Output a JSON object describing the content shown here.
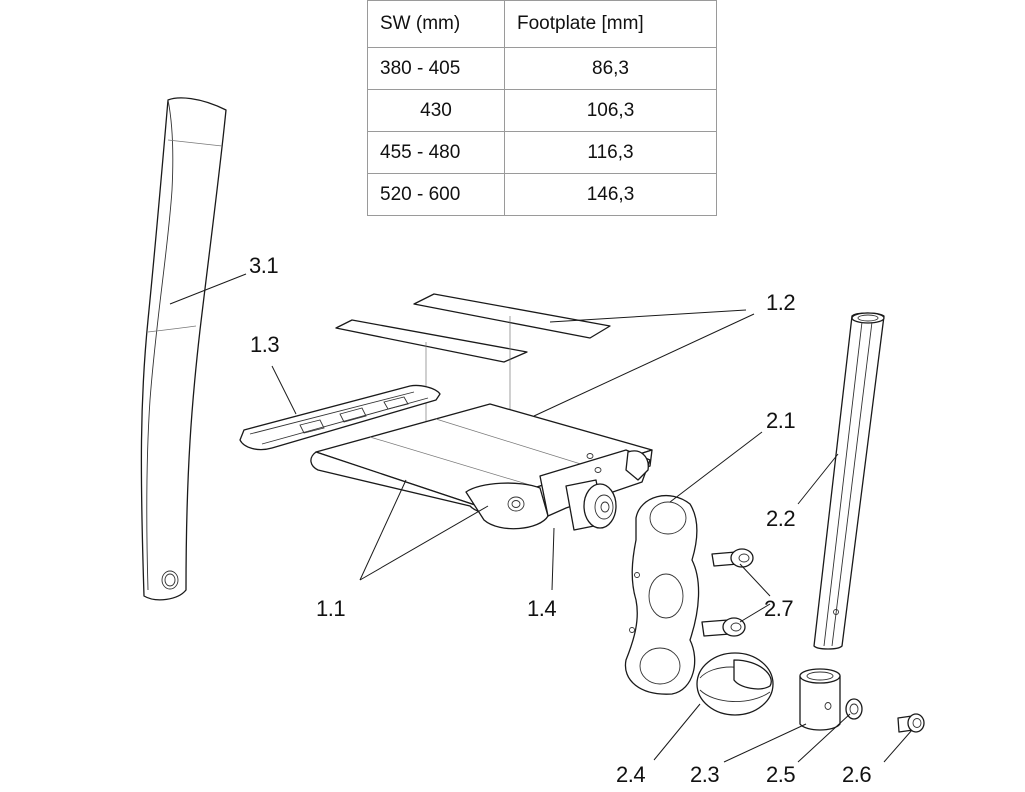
{
  "table": {
    "headers": [
      "SW (mm)",
      "Footplate [mm]"
    ],
    "rows": [
      [
        "380 - 405",
        "86,3"
      ],
      [
        "430",
        "106,3"
      ],
      [
        "455 - 480",
        "116,3"
      ],
      [
        "520 - 600",
        "146,3"
      ]
    ]
  },
  "callouts": {
    "p3_1": "3.1",
    "p1_2": "1.2",
    "p1_3": "1.3",
    "p2_1": "2.1",
    "p2_2": "2.2",
    "p1_1": "1.1",
    "p1_4": "1.4",
    "p2_7": "2.7",
    "p2_4": "2.4",
    "p2_3": "2.3",
    "p2_5": "2.5",
    "p2_6": "2.6"
  }
}
